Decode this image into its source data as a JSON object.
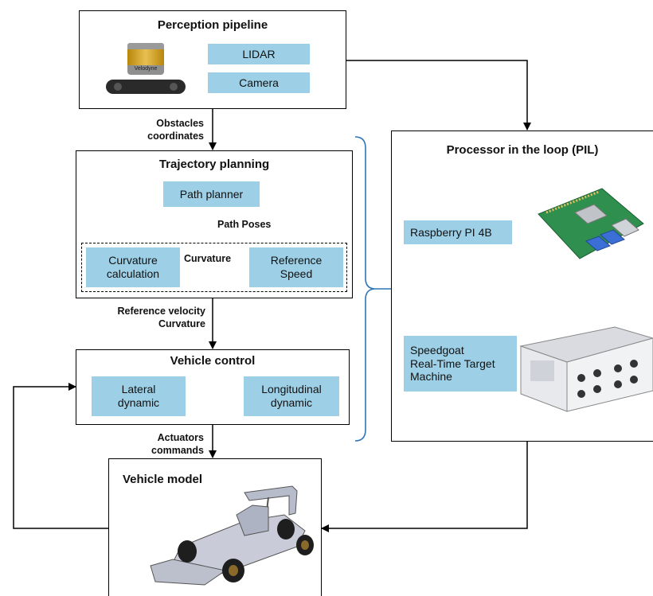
{
  "perception": {
    "title": "Perception pipeline",
    "sensors": [
      "LIDAR",
      "Camera"
    ],
    "lidar_brand": "Velodyne"
  },
  "flow_labels": {
    "obstacles": "Obstacles\ncoordinates",
    "path_poses": "Path Poses",
    "curvature": "Curvature",
    "reference": "Reference velocity\nCurvature",
    "actuators": "Actuators\ncommands"
  },
  "trajectory": {
    "title": "Trajectory planning",
    "path_planner": "Path planner",
    "curvature_calc": "Curvature\ncalculation",
    "reference_speed": "Reference\nSpeed"
  },
  "vehicle_control": {
    "title": "Vehicle control",
    "lateral": "Lateral\ndynamic",
    "longitudinal": "Longitudinal\ndynamic"
  },
  "vehicle_model": {
    "title": "Vehicle model"
  },
  "pil": {
    "title": "Processor in the loop (PIL)",
    "raspberry": "Raspberry PI 4B",
    "speedgoat": "Speedgoat\nReal-Time Target\nMachine",
    "accent_color": "#2e75b6"
  },
  "colors": {
    "pill": "#9dd0e6",
    "brace": "#2e75b6",
    "board_green": "#2f8f4e"
  }
}
